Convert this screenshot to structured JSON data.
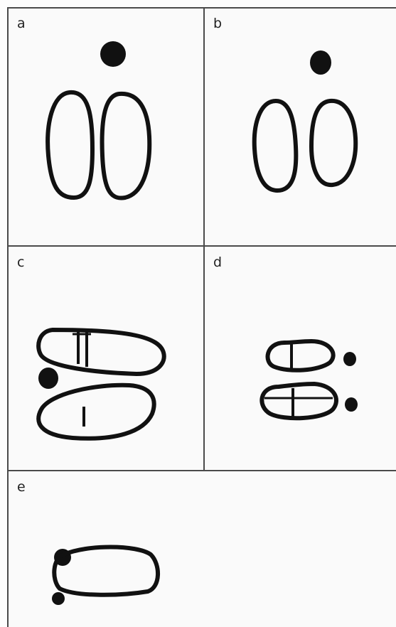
{
  "figure": {
    "panels": [
      {
        "label": "a",
        "motif": "two-vertical-soles-dot-above"
      },
      {
        "label": "b",
        "motif": "two-vertical-soles-dot-above"
      },
      {
        "label": "c",
        "motif": "two-horizontal-soles-with-bars-dot-left"
      },
      {
        "label": "d",
        "motif": "two-small-soles-with-bar-dots-right"
      },
      {
        "label": "e",
        "motif": "single-sole-with-two-dots"
      }
    ],
    "stroke_color": "#111111",
    "background_color": "#fafafa"
  }
}
